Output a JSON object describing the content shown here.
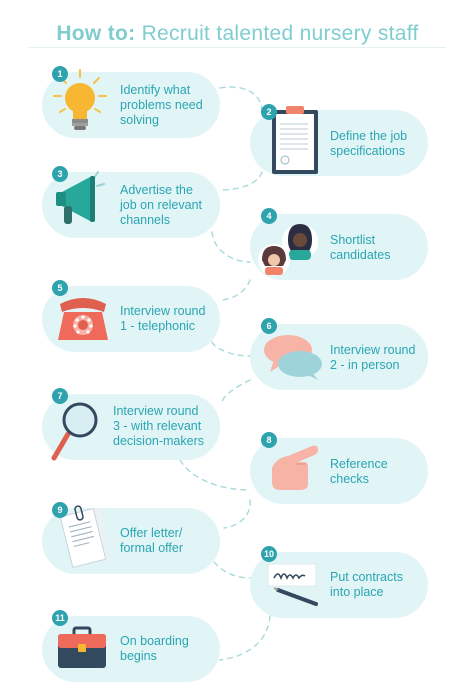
{
  "title": {
    "bold": "How to:",
    "rest": "Recruit talented nursery staff"
  },
  "steps": [
    {
      "number": "1",
      "label": "Identify what\nproblems need\nsolving",
      "icon": "lightbulb-icon"
    },
    {
      "number": "2",
      "label": "Define the job\nspecifications",
      "icon": "clipboard-icon"
    },
    {
      "number": "3",
      "label": "Advertise the\njob on relevant\nchannels",
      "icon": "megaphone-icon"
    },
    {
      "number": "4",
      "label": "Shortlist\ncandidates",
      "icon": "candidates-icon"
    },
    {
      "number": "5",
      "label": "Interview round\n1 - telephonic",
      "icon": "telephone-icon"
    },
    {
      "number": "6",
      "label": "Interview round\n2 - in person",
      "icon": "speech-bubbles-icon"
    },
    {
      "number": "7",
      "label": "Interview round\n3 - with relevant\ndecision-makers",
      "icon": "magnifying-glass-icon"
    },
    {
      "number": "8",
      "label": "Reference\nchecks",
      "icon": "pointing-hand-icon"
    },
    {
      "number": "9",
      "label": "Offer letter/\nformal offer",
      "icon": "offer-letter-icon"
    },
    {
      "number": "10",
      "label": "Put contracts\ninto place",
      "icon": "signature-pen-icon"
    },
    {
      "number": "11",
      "label": "On boarding\nbegins",
      "icon": "briefcase-icon"
    }
  ],
  "colors": {
    "title": "#7fcdcf",
    "pill": "#e1f5f7",
    "label": "#2aa5b2",
    "badge": "#2ea3ad",
    "connector": "#a8d9dd"
  }
}
